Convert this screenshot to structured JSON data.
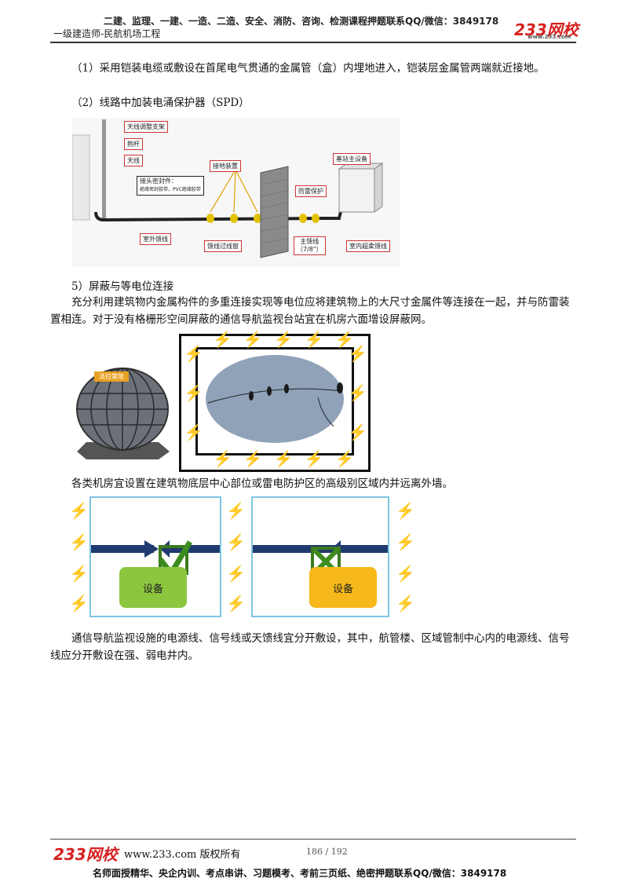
{
  "header": {
    "top_line": "二建、监理、一建、一造、二造、安全、消防、咨询、检测课程押题联系QQ/微信：3849178",
    "sub_line": "一级建造师-民航机场工程",
    "logo": "233网校",
    "logo_url": "www.233.com"
  },
  "body": {
    "p1": "（1）采用铠装电缆或敷设在首尾电气贯通的金属管（盒）内埋地进入，铠装层金属管两端就近接地。",
    "p2": "（2）线路中加装电涌保护器（SPD）",
    "diagram1_labels": {
      "bracket": "天线调整支架",
      "pole": "抱杆",
      "antenna": "天线",
      "seal": "接头密封件：",
      "seal_note": "绝缘密封胶带，PVC绝缘胶带",
      "grounding": "接地装置",
      "main_equipment": "基站主设备",
      "lightning_protection": "防雷保护",
      "outdoor_feeder": "室外馈线",
      "feeder_window": "馈线过线窗",
      "main_feeder": "主馈线",
      "main_feeder_spec": "（7/8\"）",
      "indoor_jumper": "室内超柔馈线"
    },
    "s5_title": "5）屏蔽与等电位连接",
    "p3": "充分利用建筑物内金属构件的多重连接实现等电位应将建筑物上的大尺寸金属件等连接在一起，并与防雷装置相连。对于没有格栅形空间屏蔽的通信导航监视台站宜在机房六面增设屏蔽网。",
    "cage_label": "法拉第笼",
    "p4": "各类机房宜设置在建筑物底层中心部位或雷电防护区的高级别区域内并远离外墙。",
    "device_left": "设备",
    "device_right": "设备",
    "p5": "通信导航监视设施的电源线、信号线或天馈线宜分开敷设，其中，航管楼、区域管制中心内的电源线、信号线应分开敷设在强、弱电井内。"
  },
  "footer": {
    "logo": "233网校",
    "url_text": "www.233.com 版权所有",
    "page": "186 / 192",
    "bottom_line": "名师面授精华、央企内训、考点串讲、习题模考、考前三页纸、绝密押题联系QQ/微信：3849178"
  },
  "colors": {
    "bolt": "#5ab82e",
    "device_green": "#8cc63f",
    "device_orange": "#f6b81a",
    "arrow_navy": "#1f3a6e",
    "panel_border": "#7fc4e2"
  }
}
